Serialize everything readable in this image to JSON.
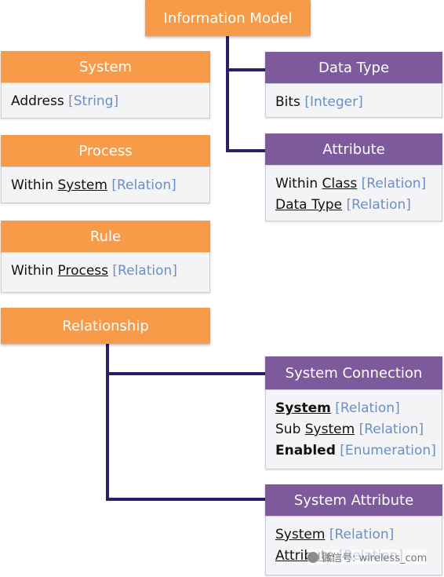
{
  "root": {
    "label": "Information Model"
  },
  "system": {
    "title": "System",
    "fields": [
      {
        "name": "Address",
        "type": "[String]"
      }
    ]
  },
  "process": {
    "title": "Process",
    "fields": [
      {
        "prefix": "Within",
        "name": "System",
        "type": "[Relation]"
      }
    ]
  },
  "rule": {
    "title": "Rule",
    "fields": [
      {
        "prefix": "Within",
        "name": "Process",
        "type": "[Relation]"
      }
    ]
  },
  "relationship": {
    "title": "Relationship"
  },
  "data_type": {
    "title": "Data Type",
    "fields": [
      {
        "name": "Bits",
        "type": "[Integer]"
      }
    ]
  },
  "attribute": {
    "title": "Attribute",
    "fields": [
      {
        "prefix": "Within",
        "name": "Class",
        "type": "[Relation]"
      },
      {
        "name": "Data Type",
        "type": "[Relation]"
      }
    ]
  },
  "system_connection": {
    "title": "System Connection",
    "fields": [
      {
        "name": "System",
        "type": "[Relation]"
      },
      {
        "prefix": "Sub",
        "name": "System",
        "type": "[Relation]"
      },
      {
        "name": "Enabled",
        "type": "[Enumeration]"
      }
    ]
  },
  "system_attribute": {
    "title": "System Attribute",
    "fields": [
      {
        "name": "System",
        "type": "[Relation]"
      },
      {
        "name": "Attribute",
        "type": "[Relation]"
      }
    ]
  },
  "watermark": {
    "text": "微信号: wireless_com"
  }
}
